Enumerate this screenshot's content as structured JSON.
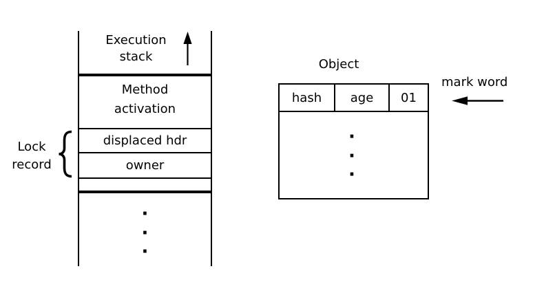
{
  "figure": {
    "stack": {
      "title_line1": "Execution",
      "title_line2": "stack",
      "method_line1": "Method",
      "method_line2": "activation",
      "displaced_hdr": "displaced hdr",
      "owner": "owner",
      "dots": [
        "·",
        "·",
        "·"
      ]
    },
    "lock_record": {
      "label_line1": "Lock",
      "label_line2": "record"
    },
    "object": {
      "title": "Object",
      "mark_word_fields": [
        {
          "label": "hash"
        },
        {
          "label": "age"
        },
        {
          "label": "01"
        }
      ],
      "dots": [
        "·",
        "·",
        "·"
      ]
    },
    "mark_word_label": "mark word",
    "colors": {
      "line": "#000000",
      "background": "#ffffff",
      "text": "#000000"
    }
  }
}
